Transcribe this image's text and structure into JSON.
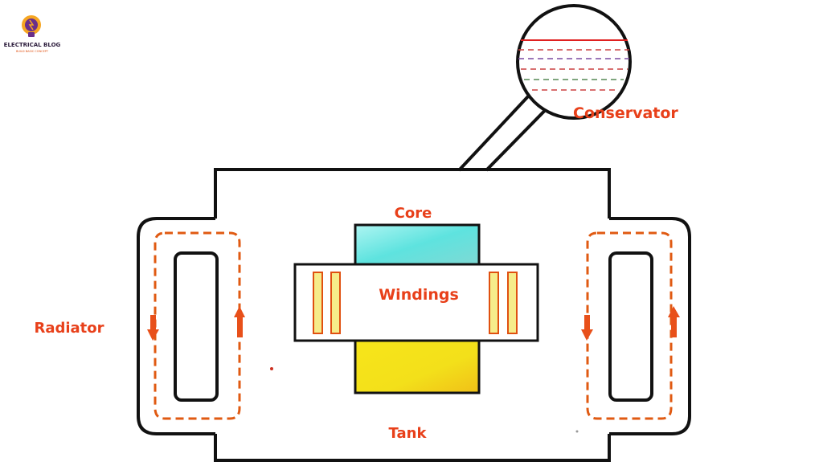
{
  "logo": {
    "name": "ELECTRICAL BLOG",
    "tagline": "BUILD BASIC CONCEPT",
    "icon": "lightbulb-icon"
  },
  "labels": {
    "conservator": "Conservator",
    "core": "Core",
    "windings": "Windings",
    "radiator": "Radiator",
    "tank": "Tank"
  },
  "colors": {
    "outline": "#111111",
    "label": "#e8401a",
    "oil_flow": "#e05a12",
    "arrow": "#e8501a",
    "core_top": "#5ee3df",
    "core_bottom": "#f2e21a",
    "winding_fill": "#f6ec8a",
    "winding_edge": "#e05010"
  }
}
